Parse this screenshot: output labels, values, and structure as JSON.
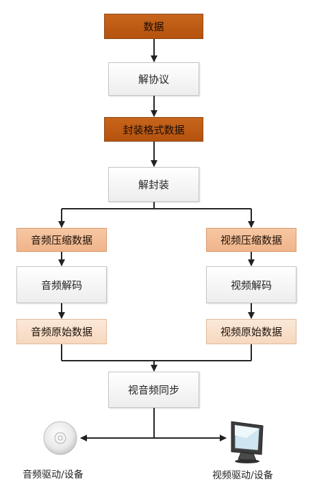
{
  "nodes": {
    "data": "数据",
    "protocol_decode": "解协议",
    "container_data": "封装格式数据",
    "demux": "解封装",
    "audio_compressed": "音频压缩数据",
    "video_compressed": "视频压缩数据",
    "audio_decode": "音频解码",
    "video_decode": "视频解码",
    "audio_raw": "音频原始数据",
    "video_raw": "视频原始数据",
    "av_sync": "视音频同步"
  },
  "outputs": {
    "audio_device": "音频驱动/设备",
    "video_device": "视频驱动/设备"
  },
  "colors": {
    "dark_box": "#c0601a",
    "peach_box": "#f3bd96",
    "pale_box": "#f9e1cd",
    "light_box": "#f4f4f4",
    "line": "#222222"
  },
  "icons": {
    "audio_device": "cd-disc-icon",
    "video_device": "monitor-icon"
  }
}
